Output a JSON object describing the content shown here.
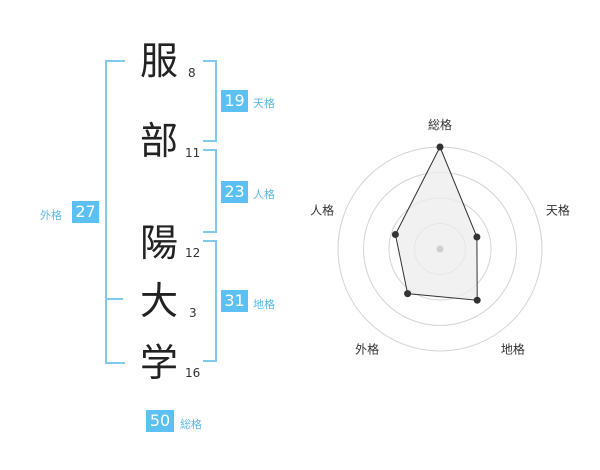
{
  "name": {
    "chars": [
      {
        "char": "服",
        "strokes": "8"
      },
      {
        "char": "部",
        "strokes": "11"
      },
      {
        "char": "陽",
        "strokes": "12"
      },
      {
        "char": "大",
        "strokes": "3"
      },
      {
        "char": "学",
        "strokes": "16"
      }
    ]
  },
  "scores": {
    "tenkaku": {
      "value": "19",
      "label": "天格"
    },
    "jinkaku": {
      "value": "23",
      "label": "人格"
    },
    "chikaku": {
      "value": "31",
      "label": "地格"
    },
    "gaikaku": {
      "value": "27",
      "label": "外格"
    },
    "soukaku": {
      "value": "50",
      "label": "総格"
    }
  },
  "chart_data": {
    "type": "radar",
    "axes": [
      "総格",
      "天格",
      "地格",
      "外格",
      "人格"
    ],
    "values": [
      50,
      19,
      31,
      27,
      23
    ],
    "radial_scale_note": "relative"
  }
}
